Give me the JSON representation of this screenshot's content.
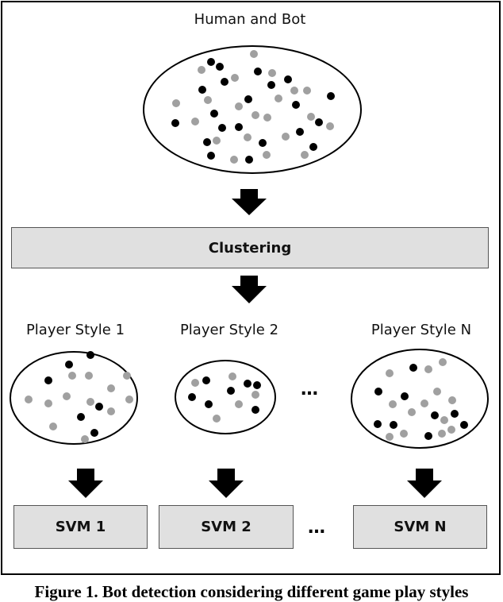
{
  "diagram": {
    "top_label": "Human and Bot",
    "process_label": "Clustering",
    "style_labels": [
      "Player Style 1",
      "Player Style 2",
      "Player Style N"
    ],
    "svm_labels": [
      "SVM 1",
      "SVM 2",
      "SVM N"
    ],
    "ellipsis": "…",
    "colors": {
      "bot_dot": "#000000",
      "human_dot": "#a0a0a0",
      "box_fill": "#e0e0e0"
    }
  },
  "caption": "Figure 1. Bot detection considering different game play styles"
}
